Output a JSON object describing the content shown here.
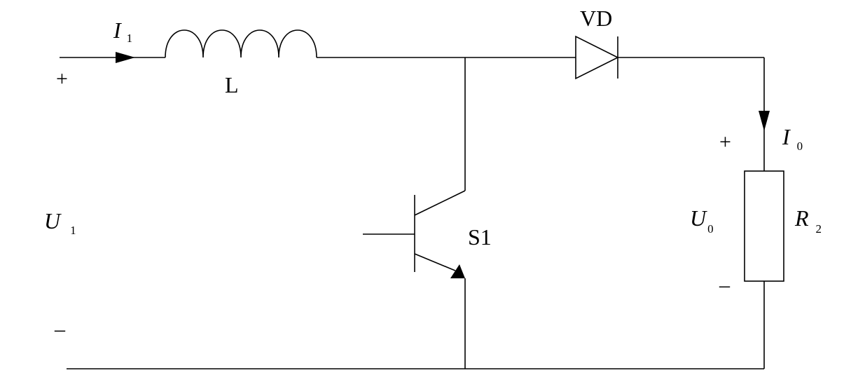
{
  "labels": {
    "input_current": {
      "symbol": "I",
      "subscript": "1"
    },
    "inductor": "L",
    "diode": "VD",
    "switch": "S1",
    "input_voltage": {
      "symbol": "U",
      "subscript": "1"
    },
    "output_voltage": {
      "symbol": "U",
      "subscript": "0"
    },
    "output_current": {
      "symbol": "I",
      "subscript": "0"
    },
    "load_resistor": {
      "symbol": "R",
      "subscript": "2"
    },
    "input_plus": "+",
    "input_minus": "–",
    "output_plus": "+",
    "output_minus": "–"
  }
}
